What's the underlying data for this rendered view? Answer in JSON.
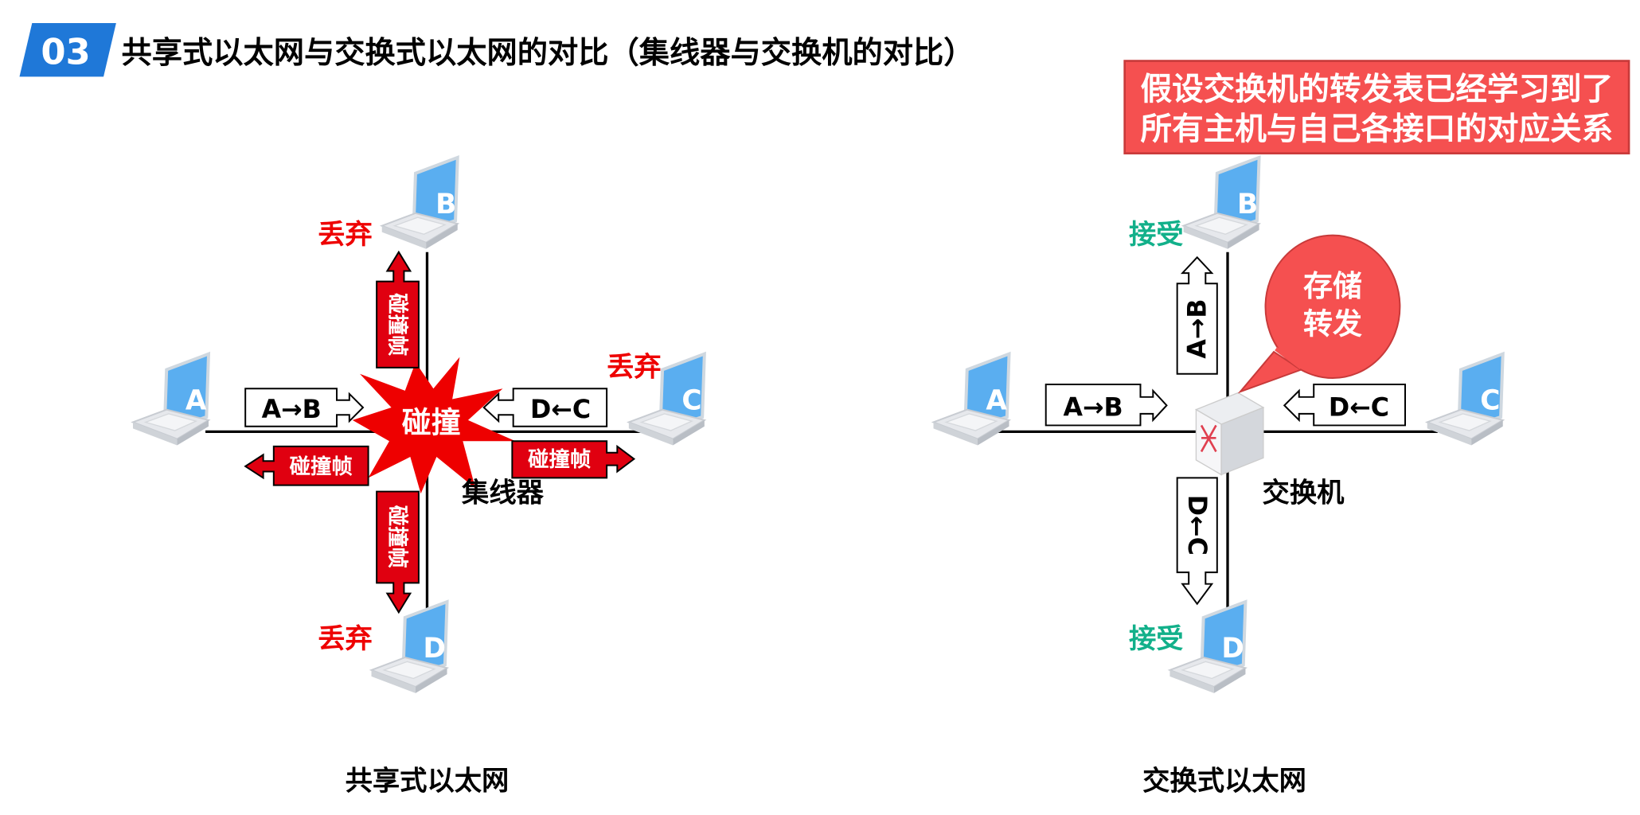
{
  "header": {
    "badge": "03",
    "title": "共享式以太网与交换式以太网的对比（集线器与交换机的对比）"
  },
  "note": {
    "line1": "假设交换机的转发表已经学习到了",
    "line2": "所有主机与自己各接口的对应关系"
  },
  "left": {
    "caption": "共享式以太网",
    "device": "集线器",
    "collision": "碰撞",
    "collision_frame": "碰撞帧",
    "frame_ab": "A→B",
    "frame_dc": "D←C",
    "discard": "丢弃",
    "hosts": [
      "A",
      "B",
      "C",
      "D"
    ]
  },
  "right": {
    "caption": "交换式以太网",
    "device": "交换机",
    "bubble_line1": "存储",
    "bubble_line2": "转发",
    "frame_ab": "A→B",
    "frame_dc": "D←C",
    "accept": "接受",
    "hosts": [
      "A",
      "B",
      "C",
      "D"
    ]
  },
  "colors": {
    "blue": "#1f78d8",
    "red": "#ee0000",
    "note_red": "#f55050",
    "green": "#12b08a"
  }
}
